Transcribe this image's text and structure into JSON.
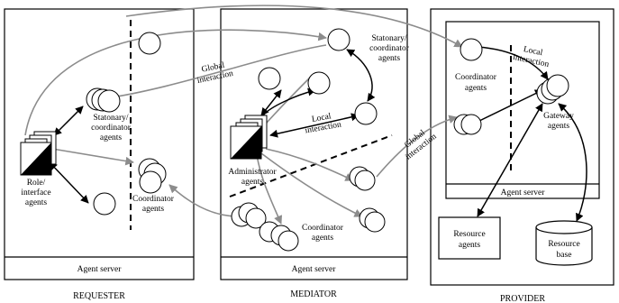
{
  "panels": {
    "requester": {
      "caption": "REQUESTER",
      "server": "Agent server"
    },
    "mediator": {
      "caption": "MEDIATOR",
      "server": "Agent server"
    },
    "provider": {
      "caption": "PROVIDER",
      "server": "Agent server"
    }
  },
  "labels": {
    "req_stationary": [
      "Statonary/",
      "coordinator",
      "agents"
    ],
    "req_role": [
      "Role/",
      "interface",
      "agents"
    ],
    "req_coordinator": [
      "Coordinator",
      "agents"
    ],
    "med_stationary": [
      "Statonary/",
      "coordinator",
      "agents"
    ],
    "med_admin": [
      "Administrator",
      "agents"
    ],
    "med_coordinator": [
      "Coordinator",
      "agents"
    ],
    "med_local": [
      "Local",
      "interaction"
    ],
    "prov_coordinator": [
      "Coordinator",
      "agents"
    ],
    "prov_gateway": [
      "Gateway",
      "agents"
    ],
    "prov_local": [
      "Local",
      "interaction"
    ],
    "prov_resource_agents": [
      "Resource",
      "agents"
    ],
    "prov_resource_base": [
      "Resource",
      "base"
    ],
    "global_left": [
      "Global",
      "interaction"
    ],
    "global_right": [
      "Global",
      "interaction"
    ]
  },
  "colors": {
    "global_arrow": "#8c8c8c",
    "local_arrow": "#000000"
  }
}
